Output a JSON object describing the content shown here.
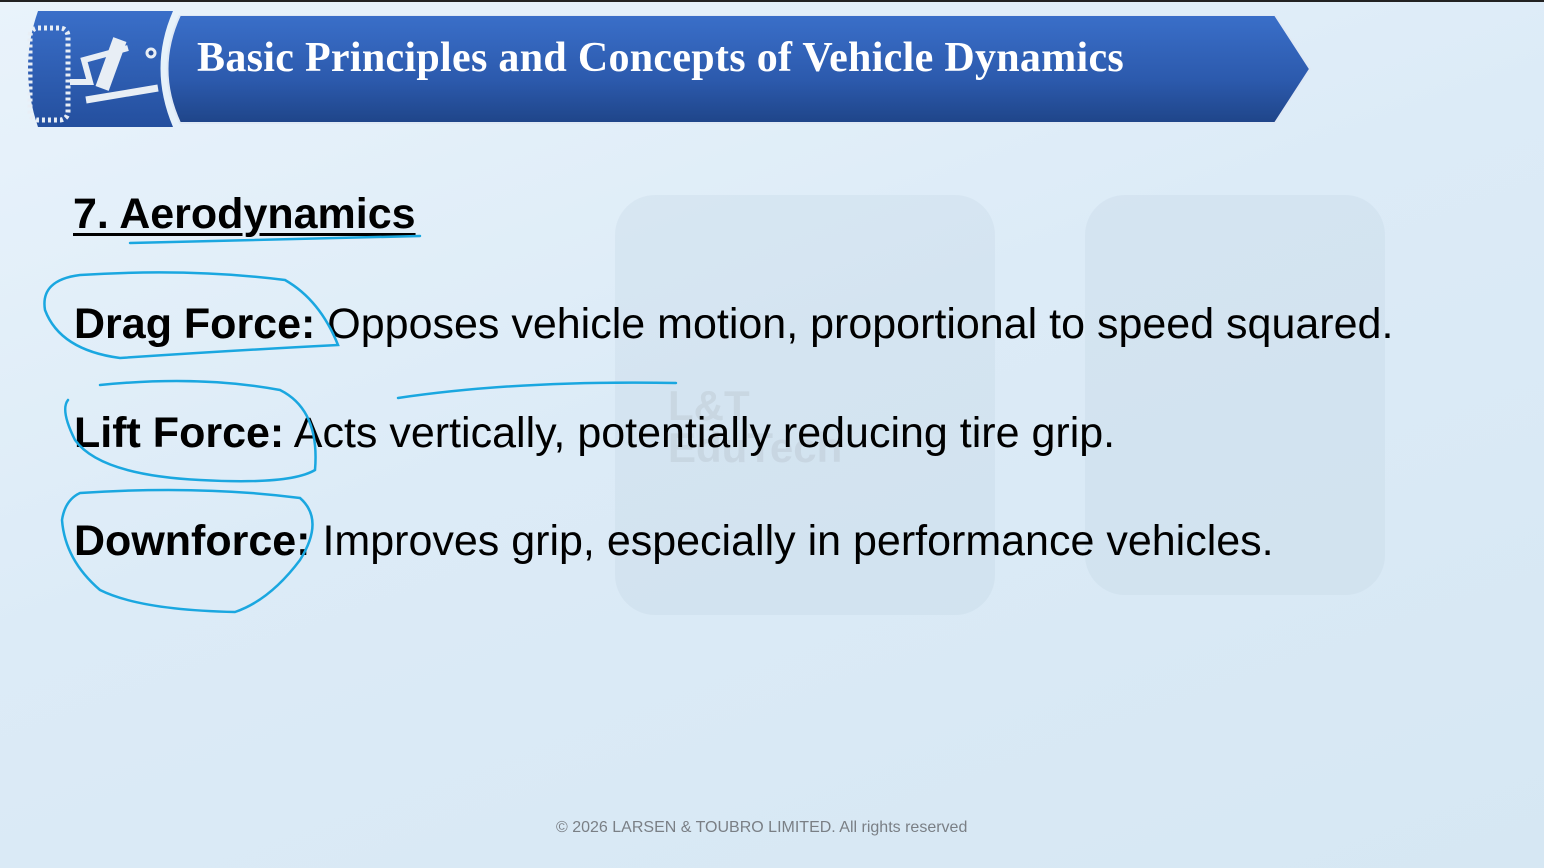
{
  "header": {
    "title": "Basic Principles and Concepts of Vehicle Dynamics",
    "logo_icon": "suspension-icon"
  },
  "section": {
    "heading": "7. Aerodynamics"
  },
  "items": [
    {
      "term": "Drag Force:",
      "description": " Opposes vehicle motion, proportional to speed squared."
    },
    {
      "term": "Lift Force:",
      "description": " Acts vertically, potentially reducing tire grip."
    },
    {
      "term": "Downforce:",
      "description": " Improves grip, especially in performance vehicles."
    }
  ],
  "watermark": {
    "line1": "L&T",
    "line2": "EduTech"
  },
  "footer": {
    "copyright": "© 2026 LARSEN & TOUBRO LIMITED. All rights reserved"
  },
  "colors": {
    "banner": "#2f5fb5",
    "ink": "#1aa7e0"
  }
}
